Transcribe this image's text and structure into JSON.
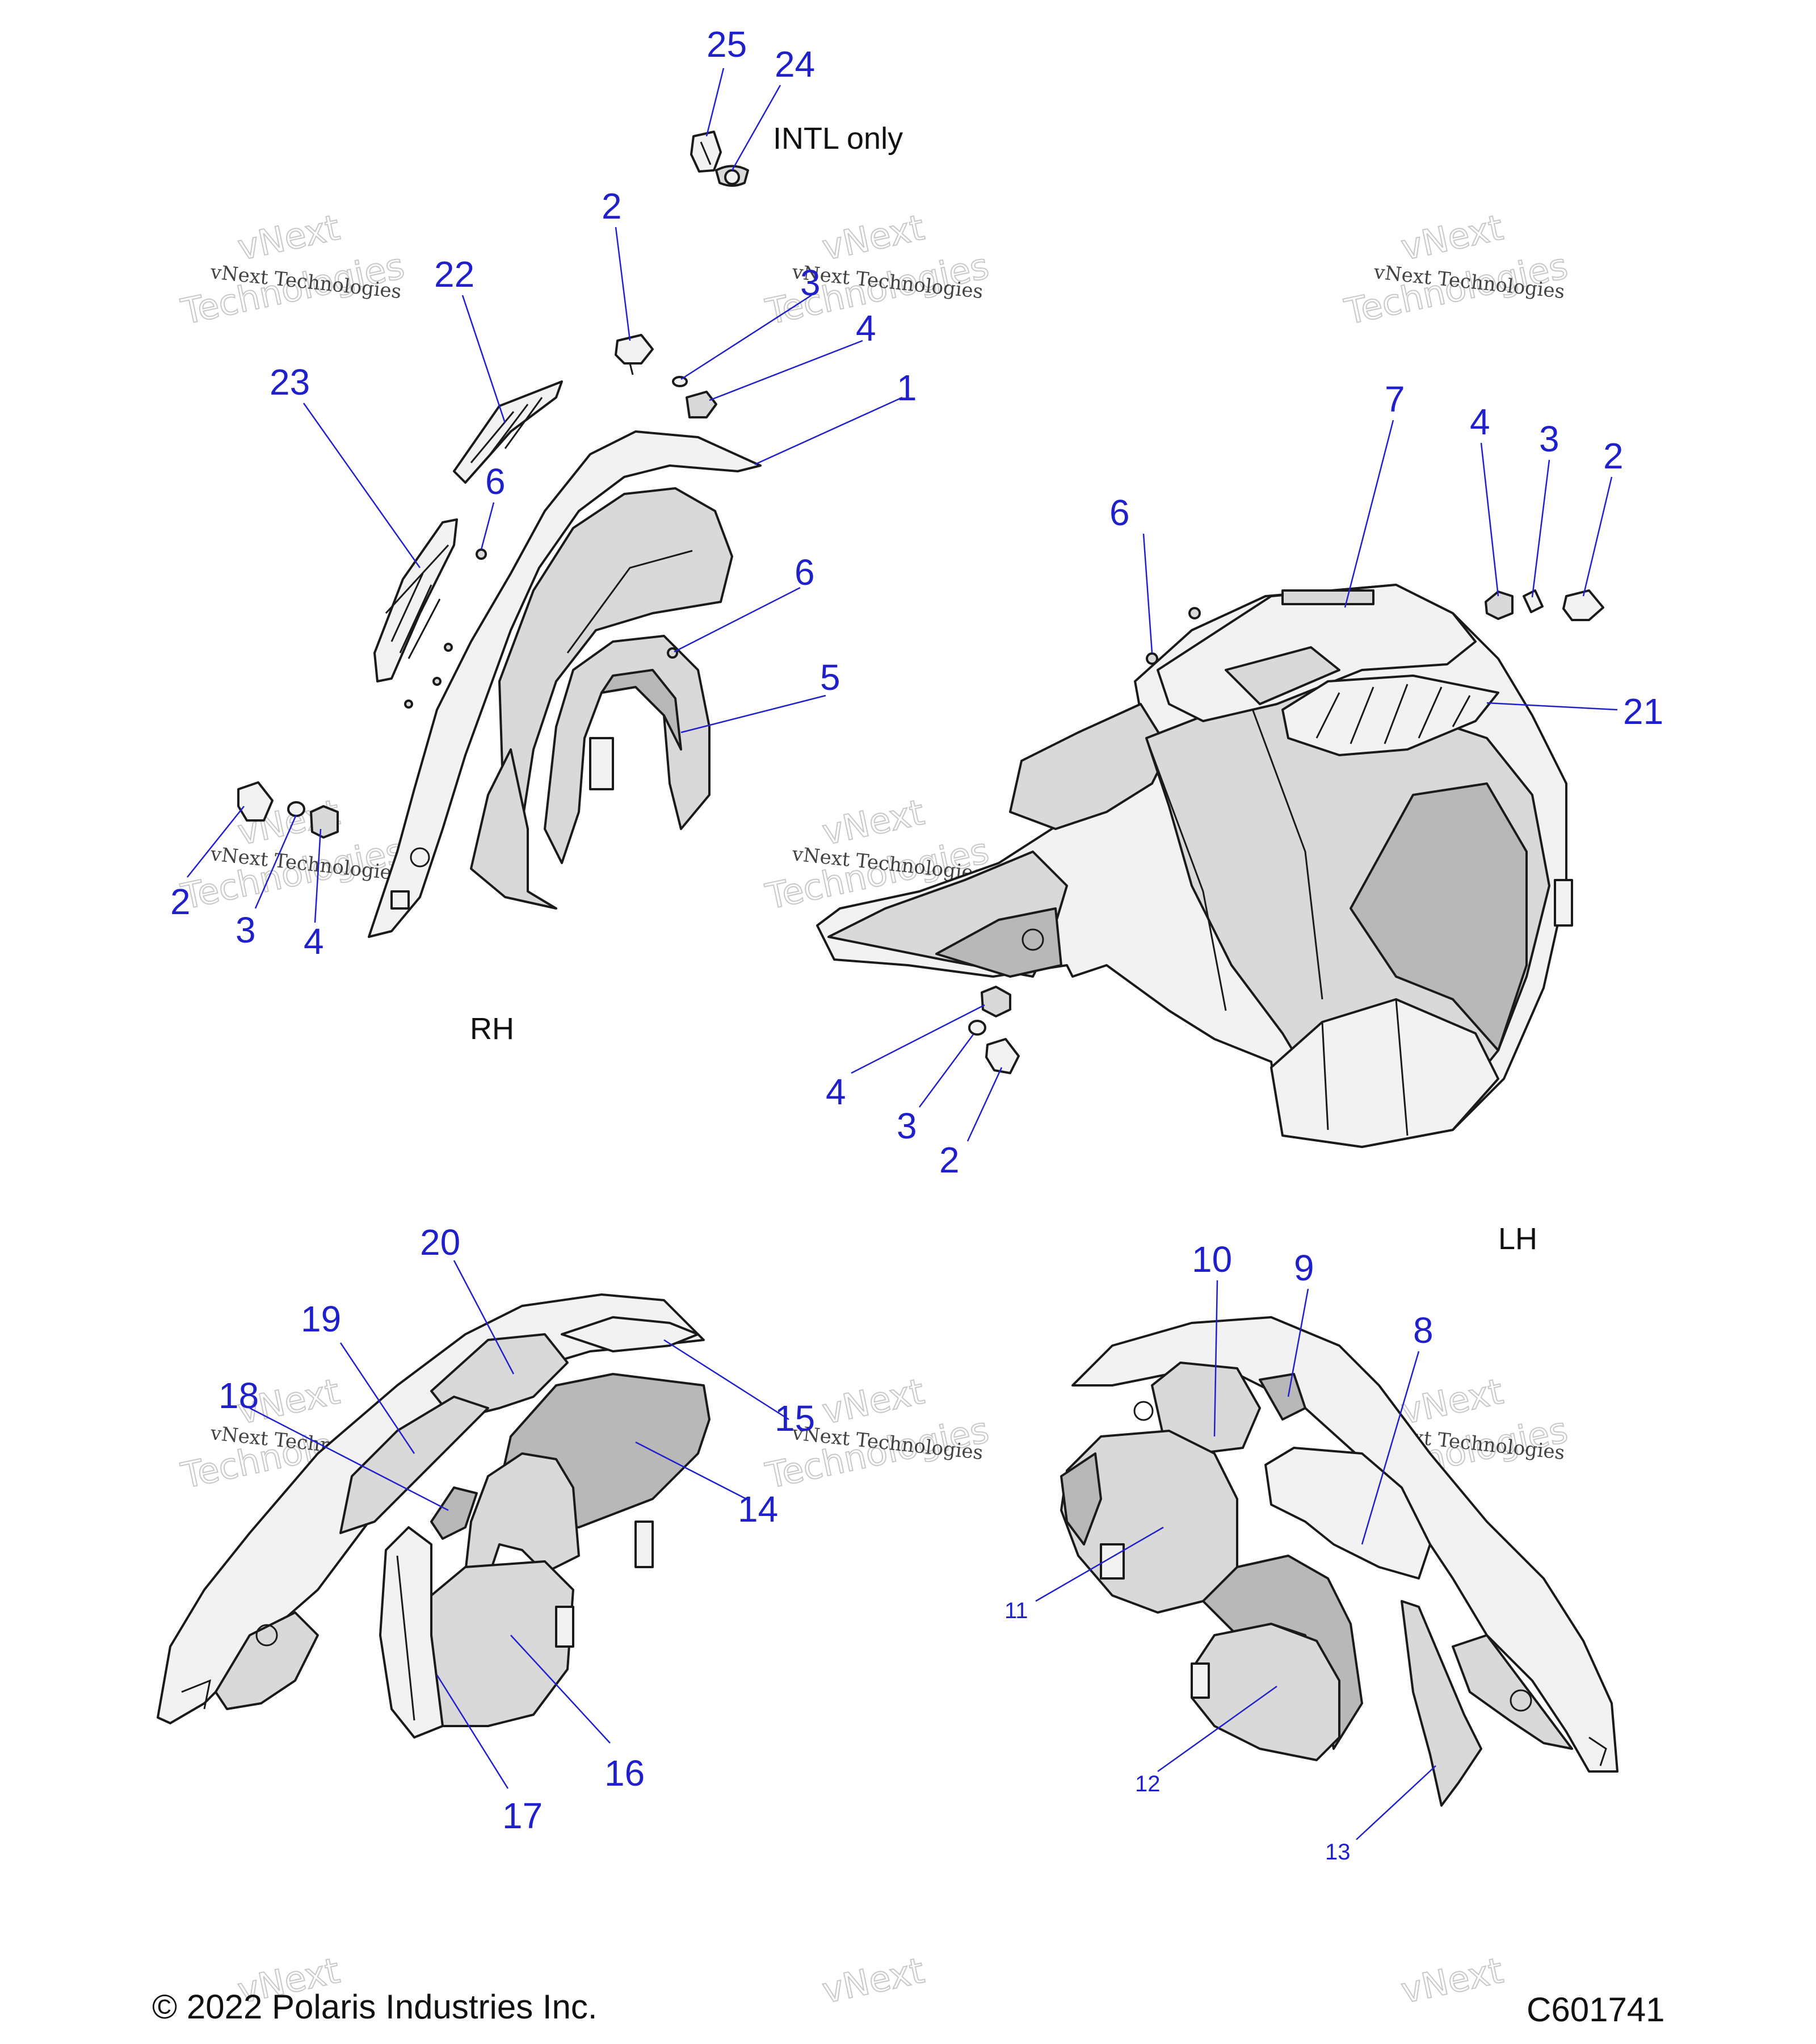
{
  "callouts": {
    "c1": "1",
    "c2": "2",
    "c3": "3",
    "c4": "4",
    "c5": "5",
    "c6": "6",
    "c7": "7",
    "c8": "8",
    "c9": "9",
    "c10": "10",
    "c11": "11",
    "c12": "12",
    "c13": "13",
    "c14": "14",
    "c15": "15",
    "c16": "16",
    "c17": "17",
    "c18": "18",
    "c19": "19",
    "c20": "20",
    "c21": "21",
    "c22": "22",
    "c23": "23",
    "c24": "24",
    "c25": "25"
  },
  "notes": {
    "intl_only": "INTL only",
    "rh": "RH",
    "lh": "LH"
  },
  "footer": {
    "copyright": "© 2022 Polaris Industries Inc.",
    "drawing_number": "C601741"
  },
  "watermark": {
    "line1": "vNext Technologies",
    "line2": "vNext",
    "line3": "Technologies"
  },
  "colors": {
    "callout": "#1f1fcc",
    "part_fill": "#d9d9d9",
    "line": "#1a1a1a"
  }
}
